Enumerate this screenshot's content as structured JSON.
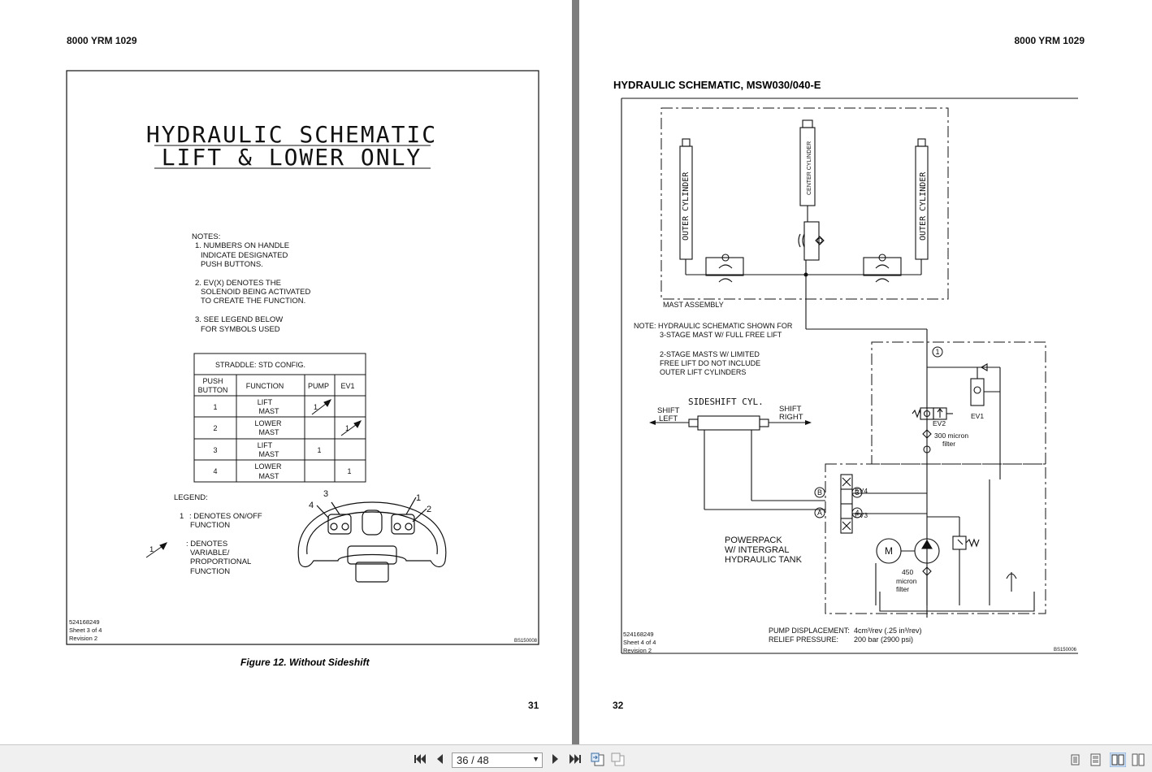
{
  "viewer": {
    "page_indicator": "36 / 48",
    "nav": {
      "first": "first-page",
      "prev": "previous-page",
      "next": "next-page",
      "last": "last-page"
    }
  },
  "left_page": {
    "doc_id": "8000 YRM 1029",
    "title_line1": "HYDRAULIC SCHEMATIC",
    "title_line2": "LIFT & LOWER ONLY",
    "notes": [
      "NOTES:",
      "1. NUMBERS ON HANDLE",
      "INDICATE DESIGNATED",
      "PUSH BUTTONS.",
      "2. EV(X) DENOTES THE",
      "SOLENOID BEING ACTIVATED",
      "TO CREATE THE FUNCTION.",
      "3. SEE LEGEND BELOW",
      "FOR SYMBOLS USED"
    ],
    "table": {
      "caption": "STRADDLE: STD CONFIG.",
      "headers": [
        "PUSH\nBUTTON",
        "FUNCTION",
        "PUMP",
        "EV1"
      ],
      "header_lines": [
        [
          "PUSH",
          "BUTTON"
        ],
        [
          "FUNCTION"
        ],
        [
          "PUMP"
        ],
        [
          "EV1"
        ]
      ],
      "rows": [
        {
          "button": "1",
          "function": [
            "LIFT",
            "MAST"
          ],
          "pump": "1",
          "ev1": ""
        },
        {
          "button": "2",
          "function": [
            "LOWER",
            "MAST"
          ],
          "pump": "",
          "ev1": "1"
        },
        {
          "button": "3",
          "function": [
            "LIFT",
            "MAST"
          ],
          "pump": "1",
          "ev1": ""
        },
        {
          "button": "4",
          "function": [
            "LOWER",
            "MAST"
          ],
          "pump": "",
          "ev1": "1"
        }
      ]
    },
    "legend": {
      "title": "LEGEND:",
      "item1_symbol": "1",
      "item1_text": [
        ": DENOTES ON/OFF",
        "FUNCTION"
      ],
      "item2_symbol": "1",
      "item2_text": [
        ": DENOTES",
        "VARIABLE/",
        "PROPORTIONAL",
        "FUNCTION"
      ]
    },
    "handle_labels": [
      "3",
      "4",
      "1",
      "2"
    ],
    "drawing_info": [
      "524168249",
      "Sheet 3 of 4",
      "Revision 2"
    ],
    "drawing_code": "BS150008",
    "caption": "Figure 12. Without Sideshift",
    "page_number": "31"
  },
  "right_page": {
    "doc_id": "8000 YRM 1029",
    "heading": "HYDRAULIC SCHEMATIC, MSW030/040-E",
    "labels": {
      "outer_cyl_left": "OUTER CYLINDER",
      "center_cyl": "CENTER CYLINDER",
      "outer_cyl_right": "OUTER CYLINDER",
      "mast_assembly": "MAST ASSEMBLY",
      "note1": "NOTE:  HYDRAULIC SCHEMATIC SHOWN FOR",
      "note2": "3-STAGE MAST W/ FULL FREE LIFT",
      "note3": "2-STAGE MASTS W/ LIMITED",
      "note4": "FREE LIFT DO NOT INCLUDE",
      "note5": "OUTER LIFT CYLINDERS",
      "sideshift": "SIDESHIFT CYL.",
      "shift_left1": "SHIFT",
      "shift_left2": "LEFT",
      "shift_right1": "SHIFT",
      "shift_right2": "RIGHT",
      "ev2": "EV2",
      "ev1": "EV1",
      "filter300_1": "300 micron",
      "filter300_2": "filter",
      "ev4": "EV4",
      "ev3": "EV3",
      "port_b": "B",
      "port_a": "A",
      "port_3": "3",
      "port_4": "4",
      "circle_1": "1",
      "powerpack1": "POWERPACK",
      "powerpack2": "W/ INTERGRAL",
      "powerpack3": "HYDRAULIC TANK",
      "motor": "M",
      "filter450_1": "450",
      "filter450_2": "micron",
      "filter450_3": "filter",
      "pump_disp_label": "PUMP DISPLACEMENT:",
      "pump_disp_value": "4cm³/rev  (.25 in³/rev)",
      "relief_label": "RELIEF PRESSURE:",
      "relief_value": "200 bar (2900 psi)"
    },
    "drawing_info": [
      "524168249",
      "Sheet 4 of 4",
      "Revision 2"
    ],
    "drawing_code": "BS150006",
    "page_number": "32"
  }
}
